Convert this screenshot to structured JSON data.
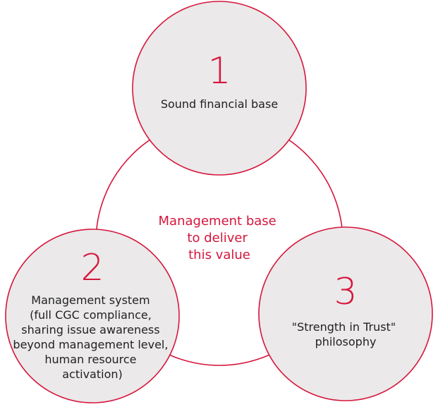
{
  "colors": {
    "accent": "#d6163c",
    "circle_fill": "#ebe9ea",
    "text": "#222222",
    "background": "#ffffff"
  },
  "center": {
    "lines": [
      "Management base",
      "to deliver",
      "this value"
    ]
  },
  "items": [
    {
      "number": "1",
      "lines": [
        "Sound financial base"
      ]
    },
    {
      "number": "2",
      "lines": [
        "Management system",
        "(full CGC compliance,",
        "sharing issue awareness",
        "beyond management level,",
        "human resource",
        "activation)"
      ]
    },
    {
      "number": "3",
      "lines": [
        "\"Strength in Trust\"",
        "philosophy"
      ]
    }
  ]
}
